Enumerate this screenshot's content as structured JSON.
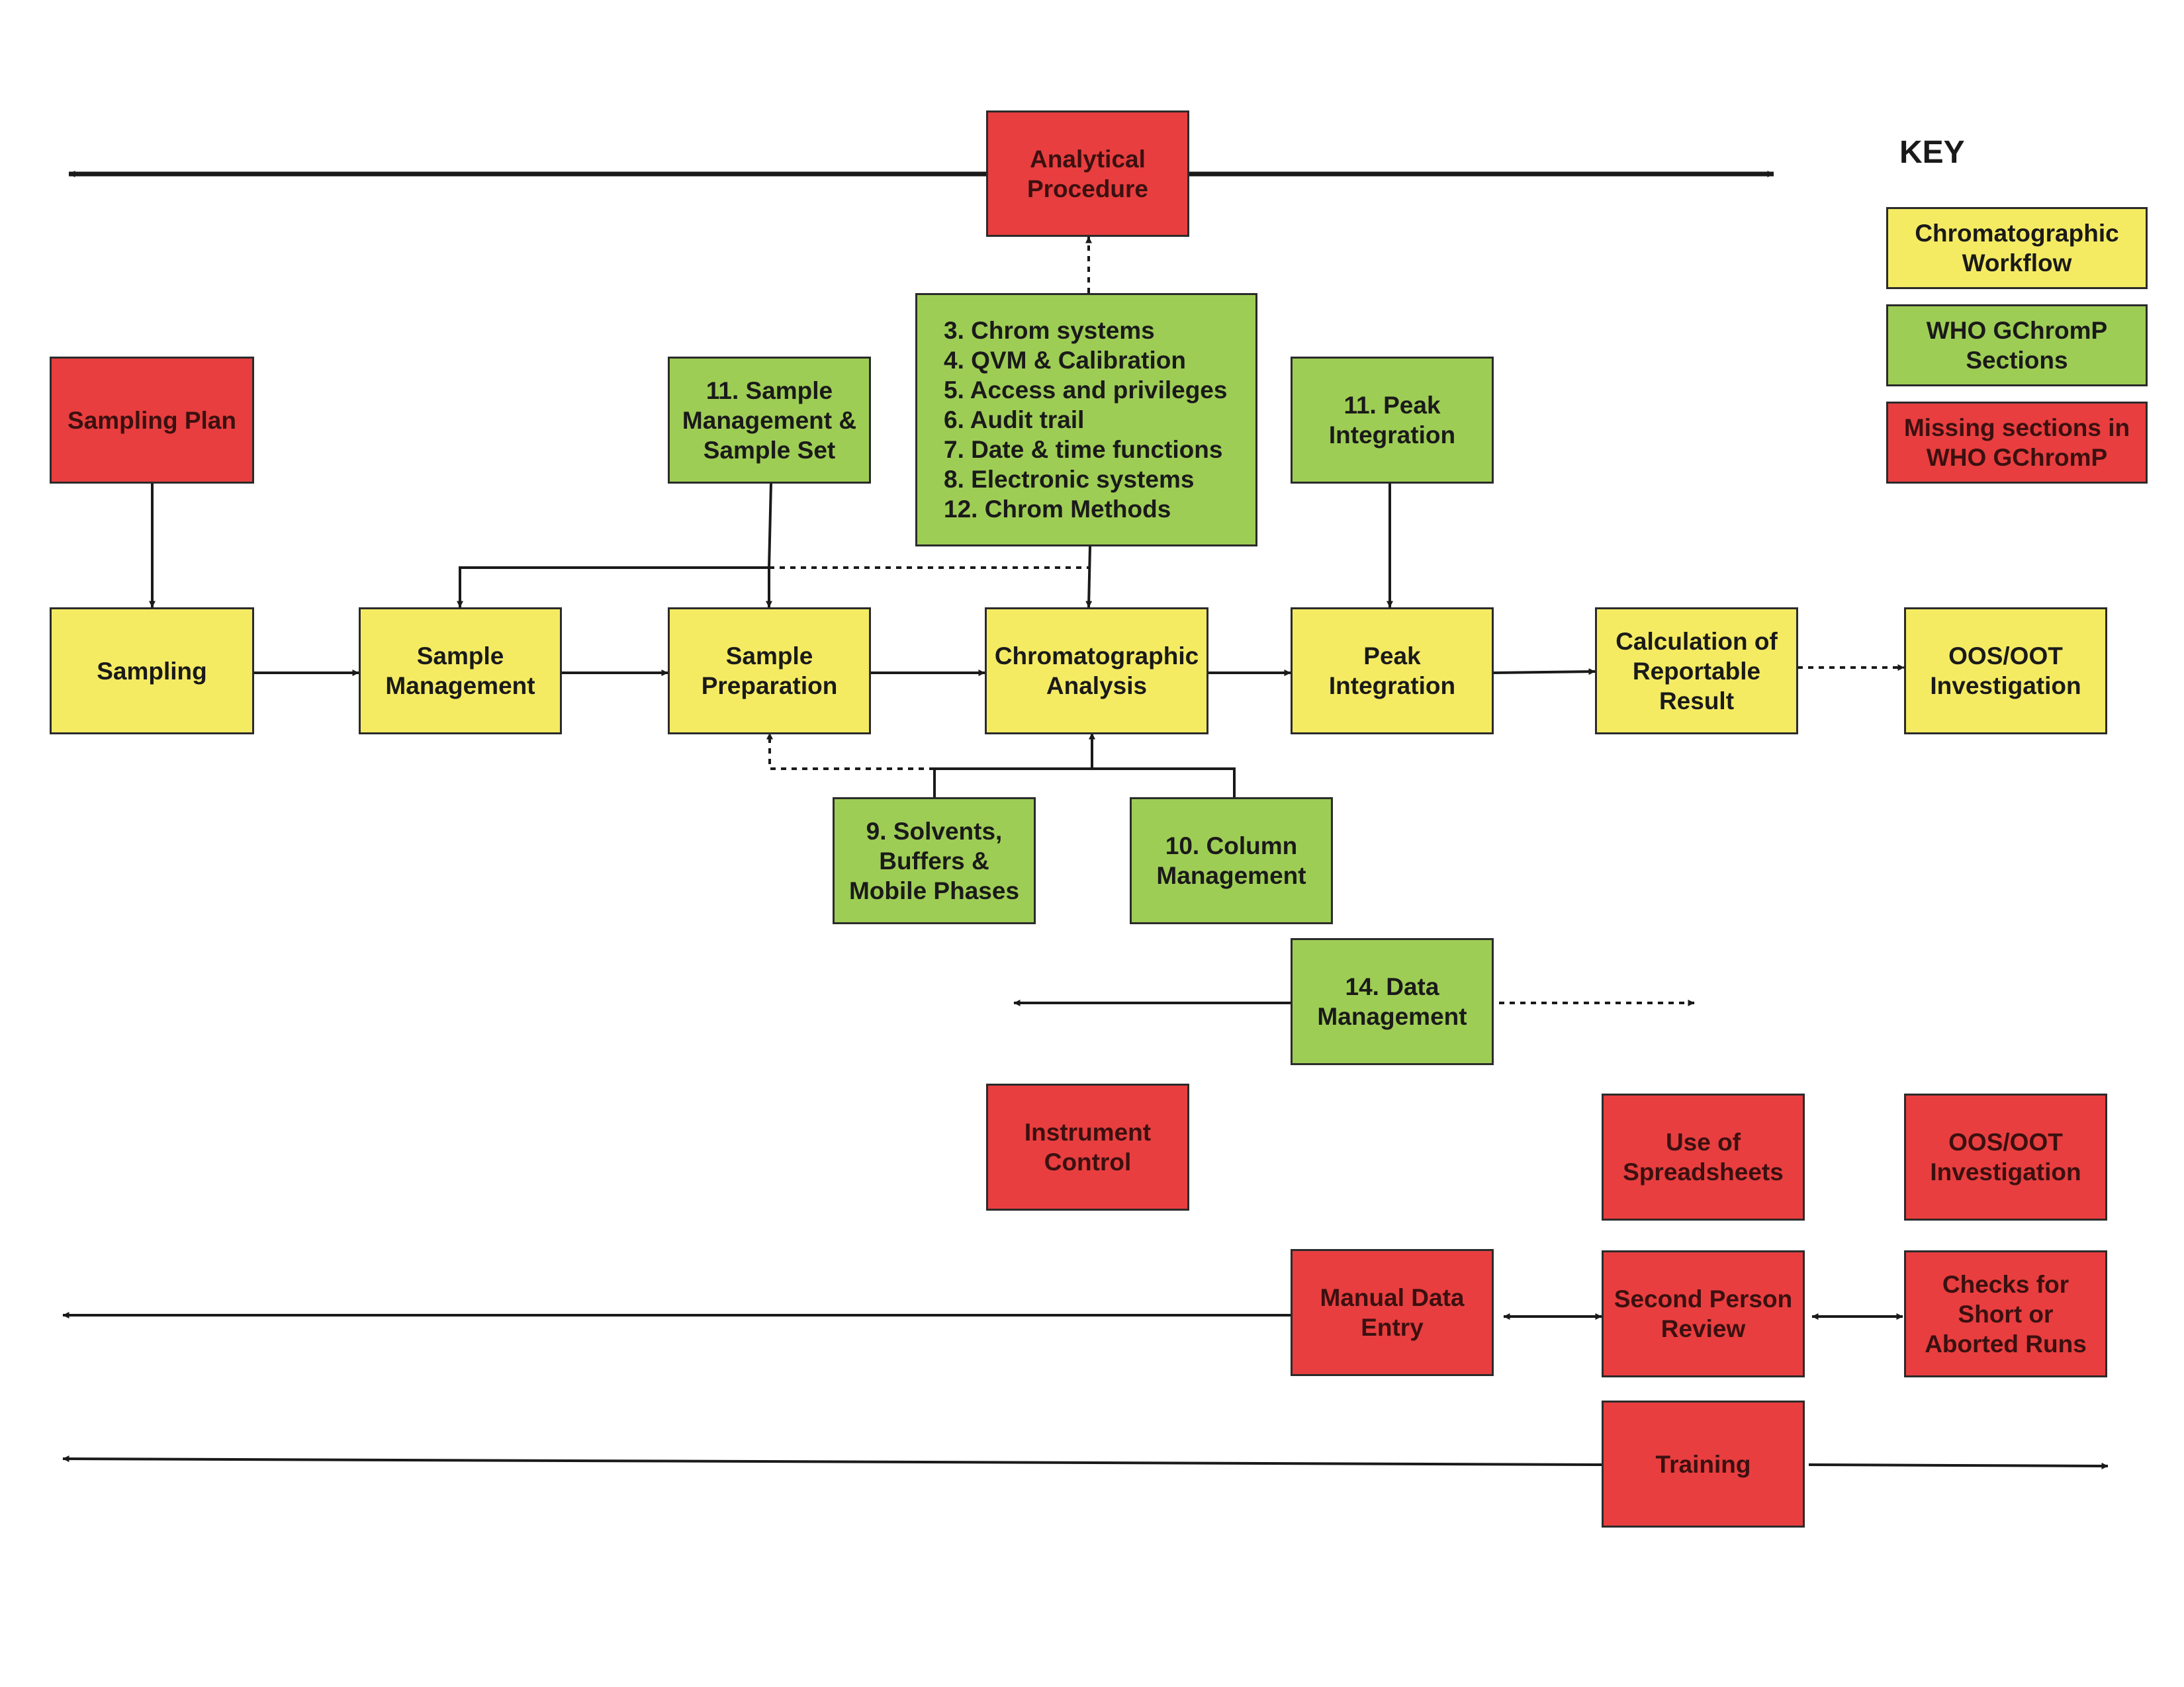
{
  "colors": {
    "workflow": "#f4eb63",
    "who_section": "#9ecd55",
    "missing": "#e83e3f",
    "line": "#1a1a1a"
  },
  "header": {
    "analytical_procedure": "Analytical\nProcedure"
  },
  "workflow": {
    "sampling_plan": "Sampling Plan",
    "sampling": "Sampling",
    "sample_management": "Sample\nManagement",
    "sample_preparation": "Sample\nPreparation",
    "chromatographic_analysis": "Chromatographic\nAnalysis",
    "peak_integration": "Peak\nIntegration",
    "calculation": "Calculation of\nReportable\nResult",
    "oos_investigation": "OOS/OOT\nInvestigation"
  },
  "sections": {
    "sample_mgmt_set": "11. Sample\nManagement &\nSample Set",
    "chrom_list": "3. Chrom systems\n4. QVM & Calibration\n5. Access and privileges\n6. Audit trail\n7. Date & time functions\n8. Electronic systems\n12. Chrom Methods",
    "peak_integration": "11. Peak\nIntegration",
    "solvents": "9. Solvents,\nBuffers &\nMobile Phases",
    "column_management": "10. Column\nManagement",
    "data_management": "14. Data\nManagement"
  },
  "missing": {
    "instrument_control": "Instrument\nControl",
    "spreadsheets": "Use of\nSpreadsheets",
    "oos_investigation": "OOS/OOT\nInvestigation",
    "manual_data_entry": "Manual Data\nEntry",
    "second_person_review": "Second Person\nReview",
    "checks_runs": "Checks for\nShort or\nAborted Runs",
    "training": "Training"
  },
  "key": {
    "title": "KEY",
    "workflow": "Chromatographic\nWorkflow",
    "who_sections": "WHO GChromP\nSections",
    "missing": "Missing sections in\nWHO GChromP"
  }
}
